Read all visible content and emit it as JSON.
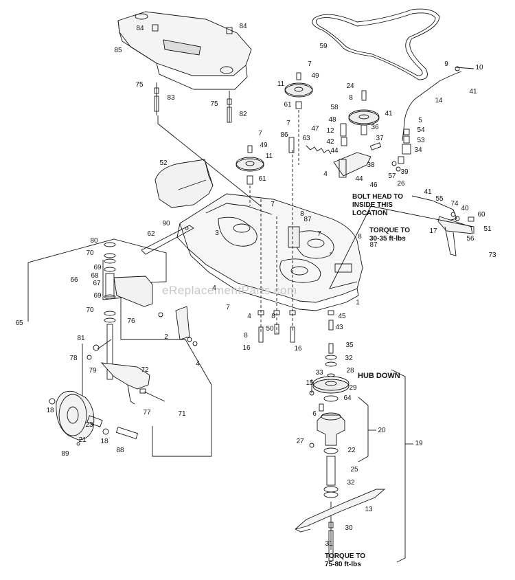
{
  "watermark": "eReplacementParts.com",
  "notes": {
    "bolt_head": [
      "BOLT HEAD TO",
      "INSIDE THIS",
      "LOCATION"
    ],
    "torque_top": [
      "TORQUE TO",
      "30-35 ft-lbs"
    ],
    "hub_down": "HUB DOWN",
    "torque_bottom": [
      "TORQUE TO",
      "75-80 ft-lbs"
    ]
  },
  "callouts": {
    "c84a": "84",
    "c84b": "84",
    "c85": "85",
    "c75a": "75",
    "c83": "83",
    "c75b": "75",
    "c82": "82",
    "c59": "59",
    "c9": "9",
    "c10": "10",
    "c41a": "41",
    "c14": "14",
    "c7a": "7",
    "c49a": "49",
    "c11a": "11",
    "c61a": "61",
    "c24": "24",
    "c8a": "8",
    "c58": "58",
    "c41b": "41",
    "c5": "5",
    "c54": "54",
    "c53": "53",
    "c48": "48",
    "c12": "12",
    "c36": "36",
    "c42": "42",
    "c37": "37",
    "c47": "47",
    "c7b": "7",
    "c86": "86",
    "c63": "63",
    "c44a": "44",
    "c34": "34",
    "c7c": "7",
    "c49b": "49",
    "c11b": "11",
    "c61b": "61",
    "c38": "38",
    "c4a": "4",
    "c44b": "44",
    "c57": "57",
    "c39": "39",
    "c26": "26",
    "c46": "46",
    "c52": "52",
    "c41c": "41",
    "c55": "55",
    "c74": "74",
    "c40": "40",
    "c60": "60",
    "c51": "51",
    "c7d": "7",
    "c8b": "8",
    "c87a": "87",
    "c90": "90",
    "c62": "62",
    "c3": "3",
    "c17": "17",
    "c56": "56",
    "c7e": "7",
    "c8c": "8",
    "c87b": "87",
    "c73": "73",
    "c80": "80",
    "c70a": "70",
    "c69a": "69",
    "c68": "68",
    "c66": "66",
    "c67": "67",
    "c69b": "69",
    "c4b": "4",
    "c7f": "7",
    "c1": "1",
    "c70b": "70",
    "c76": "76",
    "c65": "65",
    "c4c": "4",
    "c8d": "8",
    "c45": "45",
    "c50": "50",
    "c43": "43",
    "c2": "2",
    "c8e": "8",
    "c16a": "16",
    "c16b": "16",
    "c4d": "4",
    "c81": "81",
    "c35": "35",
    "c32a": "32",
    "c78": "78",
    "c79": "79",
    "c72": "72",
    "c28": "28",
    "c33": "33",
    "c15": "15",
    "c29": "29",
    "c64": "64",
    "c77": "77",
    "c71": "71",
    "c6": "6",
    "c18a": "18",
    "c20": "20",
    "c19": "19",
    "c23": "23",
    "c21": "21",
    "c18b": "18",
    "c27": "27",
    "c22": "22",
    "c89": "89",
    "c88": "88",
    "c25": "25",
    "c32b": "32",
    "c13": "13",
    "c30": "30",
    "c31": "31"
  }
}
